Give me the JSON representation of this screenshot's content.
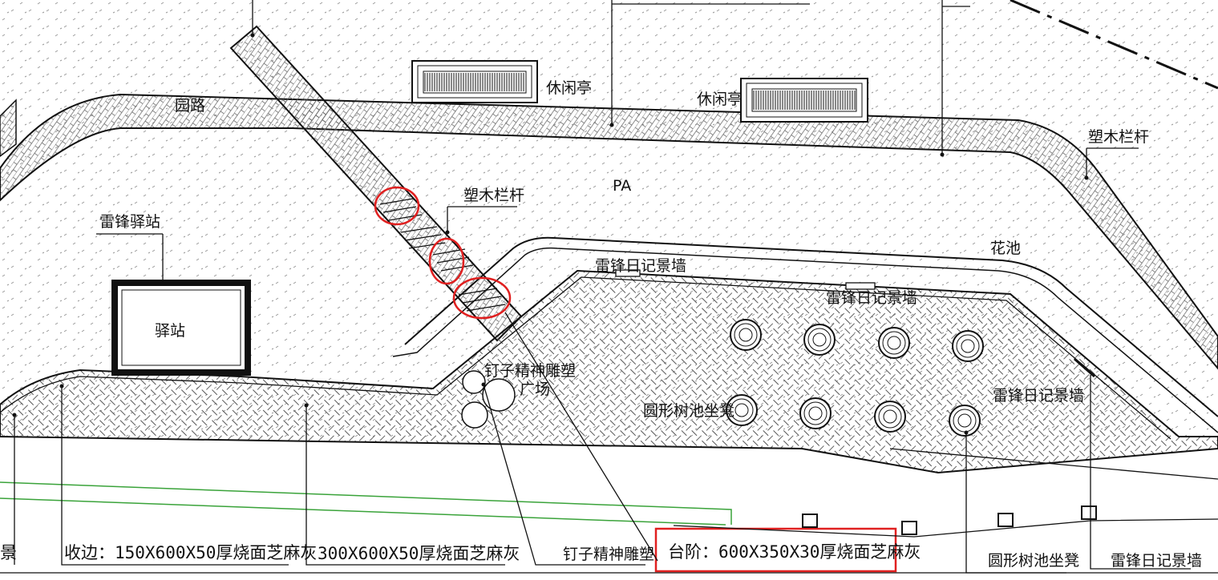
{
  "labels": {
    "garden_road": "园路",
    "pavilion_1": "休闲亭",
    "pavilion_2": "休闲亭",
    "railing_top": "塑木栏杆",
    "railing_right": "塑木栏杆",
    "area_pa": "PA",
    "station_title": "雷锋驿站",
    "station_inner": "驿站",
    "flower_bed": "花池",
    "diary_wall_top": "雷锋日记景墙",
    "diary_wall_mid": "雷锋日记景墙",
    "diary_wall_right": "雷锋日记景墙",
    "sculpture_plaza_1": "钉子精神雕塑",
    "sculpture_plaza_2": "广场",
    "round_bench": "圆形树池坐凳"
  },
  "callouts": {
    "edge_partial": "景",
    "edging": "收边：150X600X50厚烧面芝麻灰",
    "paving": "300X600X50厚烧面芝麻灰",
    "sculpture": "钉子精神雕塑",
    "steps": "台阶：600X350X30厚烧面芝麻灰",
    "bench": "圆形树池坐凳",
    "diary_wall": "雷锋日记景墙"
  },
  "colors": {
    "line": "#111111",
    "highlight": "#e02020",
    "green": "#3aa33a",
    "dot": "#9a9a9a"
  }
}
